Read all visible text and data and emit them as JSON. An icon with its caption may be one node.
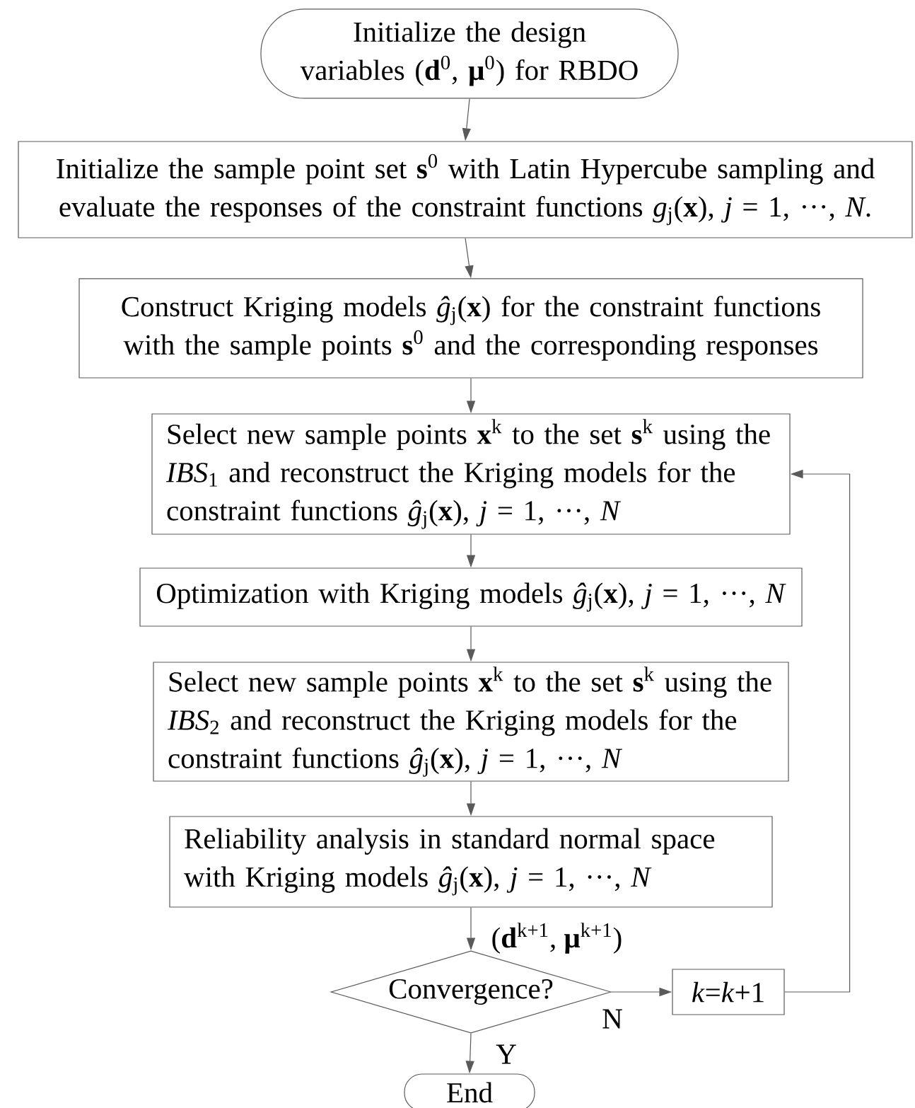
{
  "diagram": {
    "nodes": [
      {
        "text": [
          "Initialize the design variables (**d**$^{0}$, **μ**$^{0}$) for RBDO"
        ]
      },
      {
        "text": [
          "Initialize the sample point set **s**$^{0}$ with Latin Hypercube sampling and evaluate the responses of the constraint functions *g*$_{j}$(**x**), *j* = 1, ···, *N*."
        ]
      },
      {
        "text": [
          "Construct Kriging models *ĝ*$_{j}$(**x**) for the constraint functions with the sample points **s**$^{0}$ and the corresponding responses"
        ]
      },
      {
        "text": [
          "Select new sample points **x**$^{k}$ to the set **s**$^{k}$ using the *IBS*$_{1}$ and reconstruct the Kriging models for the constraint functions *ĝ*$_{j}$(**x**), *j* = 1, ···, *N*"
        ]
      },
      {
        "text": [
          "Optimization with Kriging models *ĝ*$_{j}$(**x**), *j* = 1, ···, *N*"
        ]
      },
      {
        "text": [
          "Select new sample points **x**$^{k}$ to the set **s**$^{k}$ using the *IBS*$_{2}$ and reconstruct the Kriging models for the constraint functions *ĝ*$_{j}$(**x**), *j* = 1, ···, *N*"
        ]
      },
      {
        "text": [
          "Reliability analysis in standard normal space with Kriging models *ĝ*$_{j}$(**x**), *j* = 1, ···, *N*"
        ]
      },
      {
        "text": [
          "Convergence?"
        ]
      },
      {
        "text": [
          "*k*=*k*+1"
        ]
      },
      {
        "text": [
          "End"
        ]
      }
    ],
    "edges": [
      {
        "from": 0,
        "to": 1,
        "arrow": "to"
      },
      {
        "from": 1,
        "to": 2,
        "arrow": "to"
      },
      {
        "from": 2,
        "to": 3,
        "arrow": "to"
      },
      {
        "from": 3,
        "to": 4,
        "arrow": "to"
      },
      {
        "from": 4,
        "to": 5,
        "arrow": "to"
      },
      {
        "from": 5,
        "to": 6,
        "arrow": "to"
      },
      {
        "from": 6,
        "to": 7,
        "arrow": "to",
        "label": "(**d**$^{k+1}$, **μ**$^{k+1}$)"
      },
      {
        "from": 7,
        "to": 8,
        "arrow": "to",
        "label": "N"
      },
      {
        "from": 8,
        "to": 3,
        "arrow": "to"
      },
      {
        "from": 7,
        "to": 9,
        "arrow": "to",
        "label": "Y"
      }
    ]
  }
}
